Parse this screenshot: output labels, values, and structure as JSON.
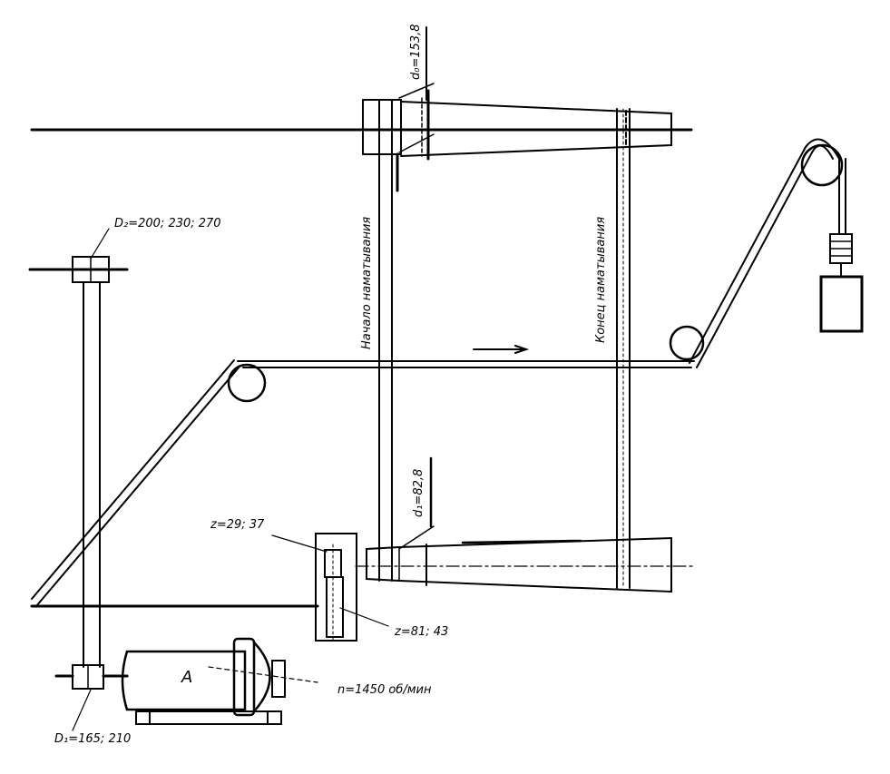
{
  "labels": {
    "d2": "D₂=200; 230; 270",
    "d1": "D₁=165; 210",
    "z_large": "z=29; 37",
    "z_small": "z=81; 43",
    "motor_mark": "A",
    "motor_speed": "n=1450 об/мин",
    "upper_drum_dia": "d₀=153,8",
    "lower_drum_dia": "d₁=82,8",
    "start_winding": "Начало наматывания",
    "end_winding": "Конец наматывания"
  },
  "icons": {
    "direction_arrow": "arrow-right-icon"
  }
}
